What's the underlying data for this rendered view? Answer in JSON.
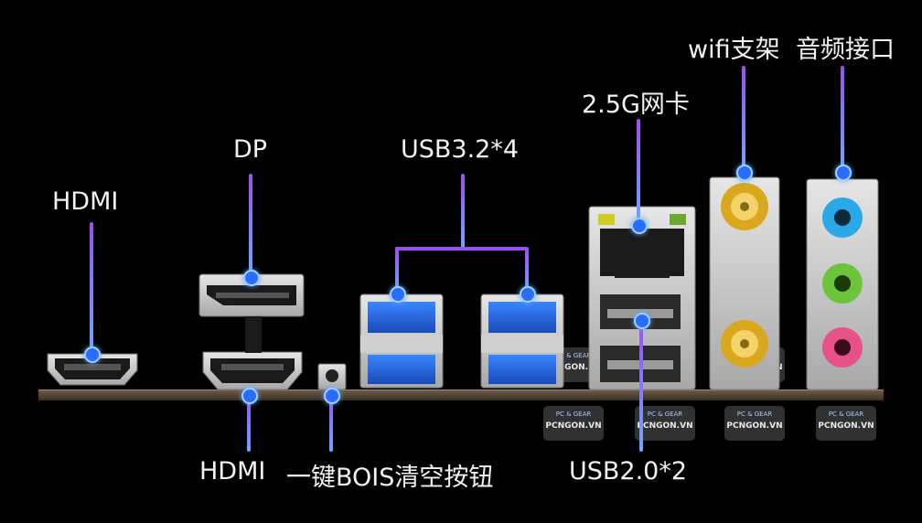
{
  "labels": {
    "hdmi_left": "HDMI",
    "dp": "DP",
    "usb32": "USB3.2*4",
    "lan": "2.5G网卡",
    "wifi": "wifi支架",
    "audio": "音频接口",
    "hdmi_bottom": "HDMI",
    "bios_button": "一键BOIS清空按钮",
    "usb20": "USB2.0*2"
  },
  "watermark": {
    "top": "PC & GEAR",
    "brand": "PCNGON.VN"
  },
  "colors": {
    "accent_line": "#9a4ef0",
    "usb3_blue": "#2a6ee8",
    "audio_blue": "#2aa8e8",
    "audio_green": "#6cc43a",
    "audio_pink": "#e8508a",
    "antenna_gold": "#d9a81e"
  }
}
